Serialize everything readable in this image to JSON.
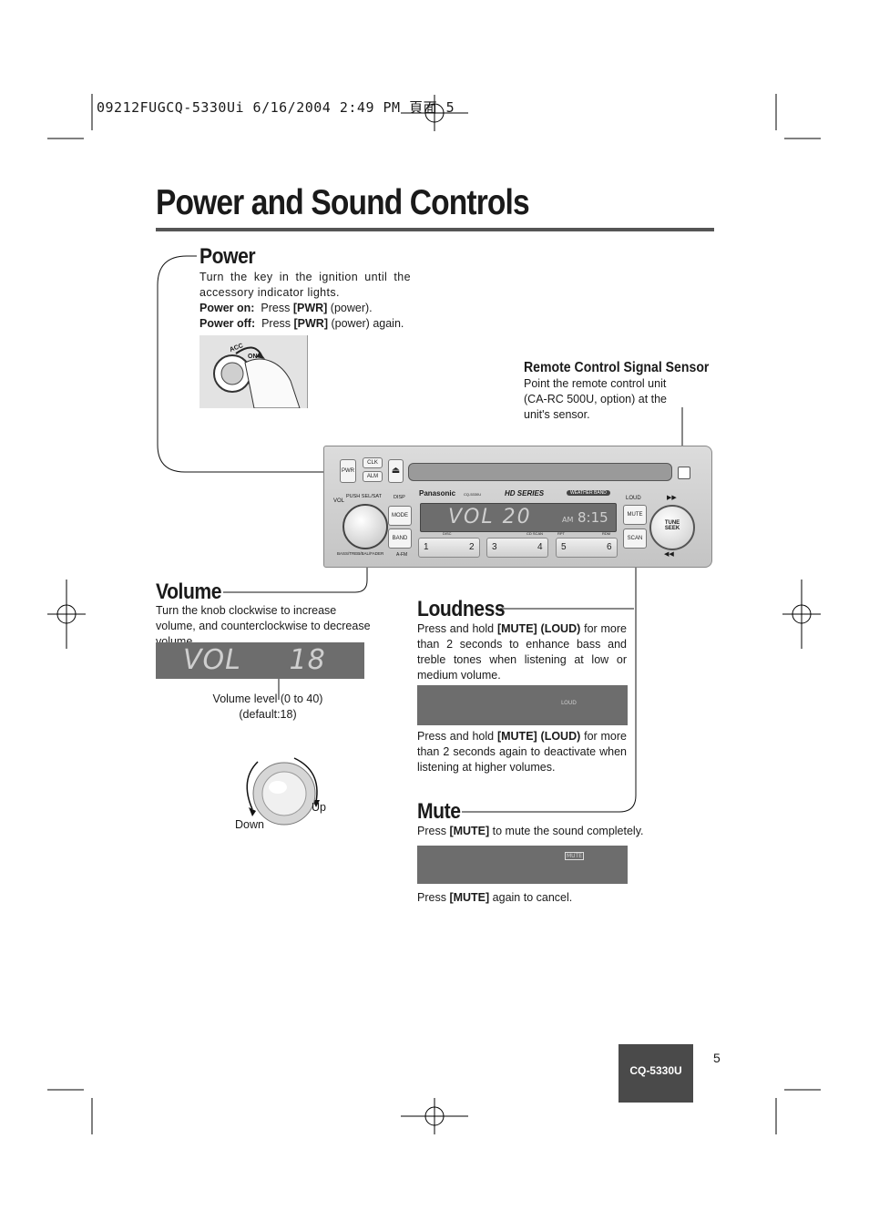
{
  "print_header": "09212FUGCQ-5330Ui 6/16/2004 2:49 PM 頁面 5",
  "page_title": "Power and Sound Controls",
  "power": {
    "heading": "Power",
    "intro": "Turn the key in the ignition until the accessory indicator lights.",
    "on_label": "Power on:",
    "on_text_pre": "Press ",
    "on_key": "[PWR]",
    "on_text_post": " (power).",
    "off_label": "Power off:",
    "off_text_pre": "Press ",
    "off_key": "[PWR]",
    "off_text_post": " (power) again.",
    "key_acc": "ACC",
    "key_on": "ON"
  },
  "remote": {
    "heading": "Remote Control Signal Sensor",
    "text": "Point the remote control unit (CA-RC 500U, option) at the unit's sensor."
  },
  "unit": {
    "pwr": "PWR",
    "clk": "CLK",
    "alm": "ALM",
    "vol": "VOL",
    "push_sel_sat": "PUSH SEL/SAT",
    "disp": "DISP",
    "mode": "MODE",
    "band": "BAND",
    "bass_treble": "BASS/TREB/BAL/FADER",
    "afm": "A-FM",
    "brand": "Panasonic",
    "model": "CQ-5330U",
    "series": "HD SERIES",
    "weather": "WEATHER BAND",
    "loud": "LOUD",
    "mute": "MUTE",
    "scan": "SCAN",
    "tune": "TUNE",
    "seek": "SEEK",
    "lcd_main": "VOL  20",
    "lcd_clock_am": "AM",
    "lcd_clock": "8:15",
    "lcd_labels": [
      "DISC",
      "CD SCAN",
      "RPT",
      "RDM"
    ],
    "presets": [
      "1",
      "2",
      "3",
      "4",
      "5",
      "6"
    ]
  },
  "volume": {
    "heading": "Volume",
    "text": "Turn the knob clockwise to increase volume, and counterclockwise to decrease volume.",
    "lcd": "VOL     18",
    "caption_line1": "Volume level (0 to 40)",
    "caption_line2": "(default:18)",
    "down": "Down",
    "up": "Up"
  },
  "loudness": {
    "heading": "Loudness",
    "text1_pre": "Press and hold ",
    "text1_key": "[MUTE] (LOUD)",
    "text1_post": " for more than 2 seconds to enhance bass and treble tones when listening at low or medium volume.",
    "lcd_label": "LOUD",
    "text2_pre": "Press and hold ",
    "text2_key": "[MUTE] (LOUD)",
    "text2_post": " for more than 2 seconds again to deactivate when listening at higher volumes."
  },
  "mute": {
    "heading": "Mute",
    "text1_pre": "Press ",
    "text1_key": "[MUTE]",
    "text1_post": " to mute the sound completely.",
    "lcd_label": "MUTE",
    "text2_pre": "Press ",
    "text2_key": "[MUTE]",
    "text2_post": " again to cancel."
  },
  "page_number": "5",
  "model_badge": "CQ-5330U"
}
